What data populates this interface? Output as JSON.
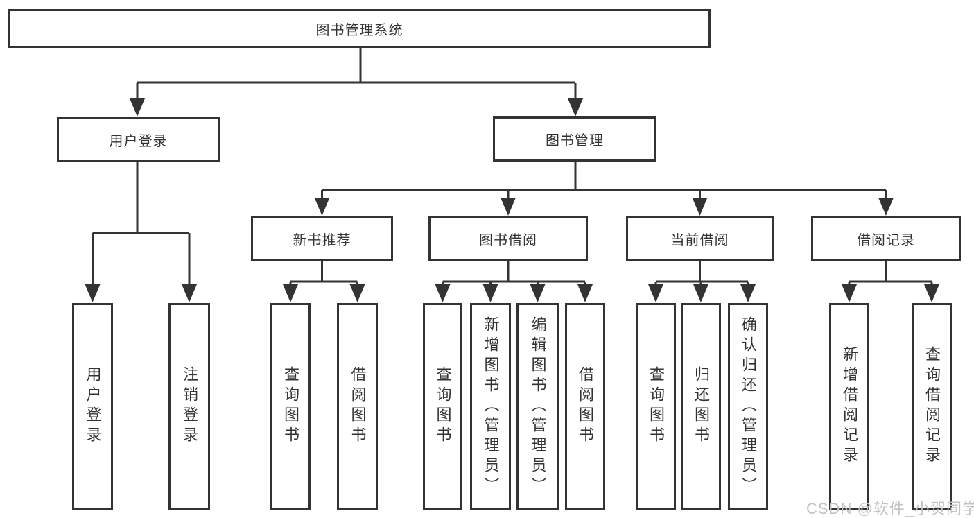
{
  "colors": {
    "line": "#333333",
    "text": "#333333",
    "watermark": "#c3c3c3"
  },
  "tree": {
    "root": "图书管理系统",
    "branches": [
      {
        "label": "用户登录",
        "children": [
          "用户登录",
          "注销登录"
        ]
      },
      {
        "label": "图书管理",
        "groups": [
          {
            "label": "新书推荐",
            "children": [
              "查询图书",
              "借阅图书"
            ]
          },
          {
            "label": "图书借阅",
            "children": [
              "查询图书",
              "新增图书（管理员）",
              "编辑图书（管理员）",
              "借阅图书"
            ]
          },
          {
            "label": "当前借阅",
            "children": [
              "查询图书",
              "归还图书",
              "确认归还（管理员）"
            ]
          },
          {
            "label": "借阅记录",
            "children": [
              "新增借阅记录",
              "查询借阅记录"
            ]
          }
        ]
      }
    ]
  },
  "watermark": "CSDN @软件_小贺同学"
}
